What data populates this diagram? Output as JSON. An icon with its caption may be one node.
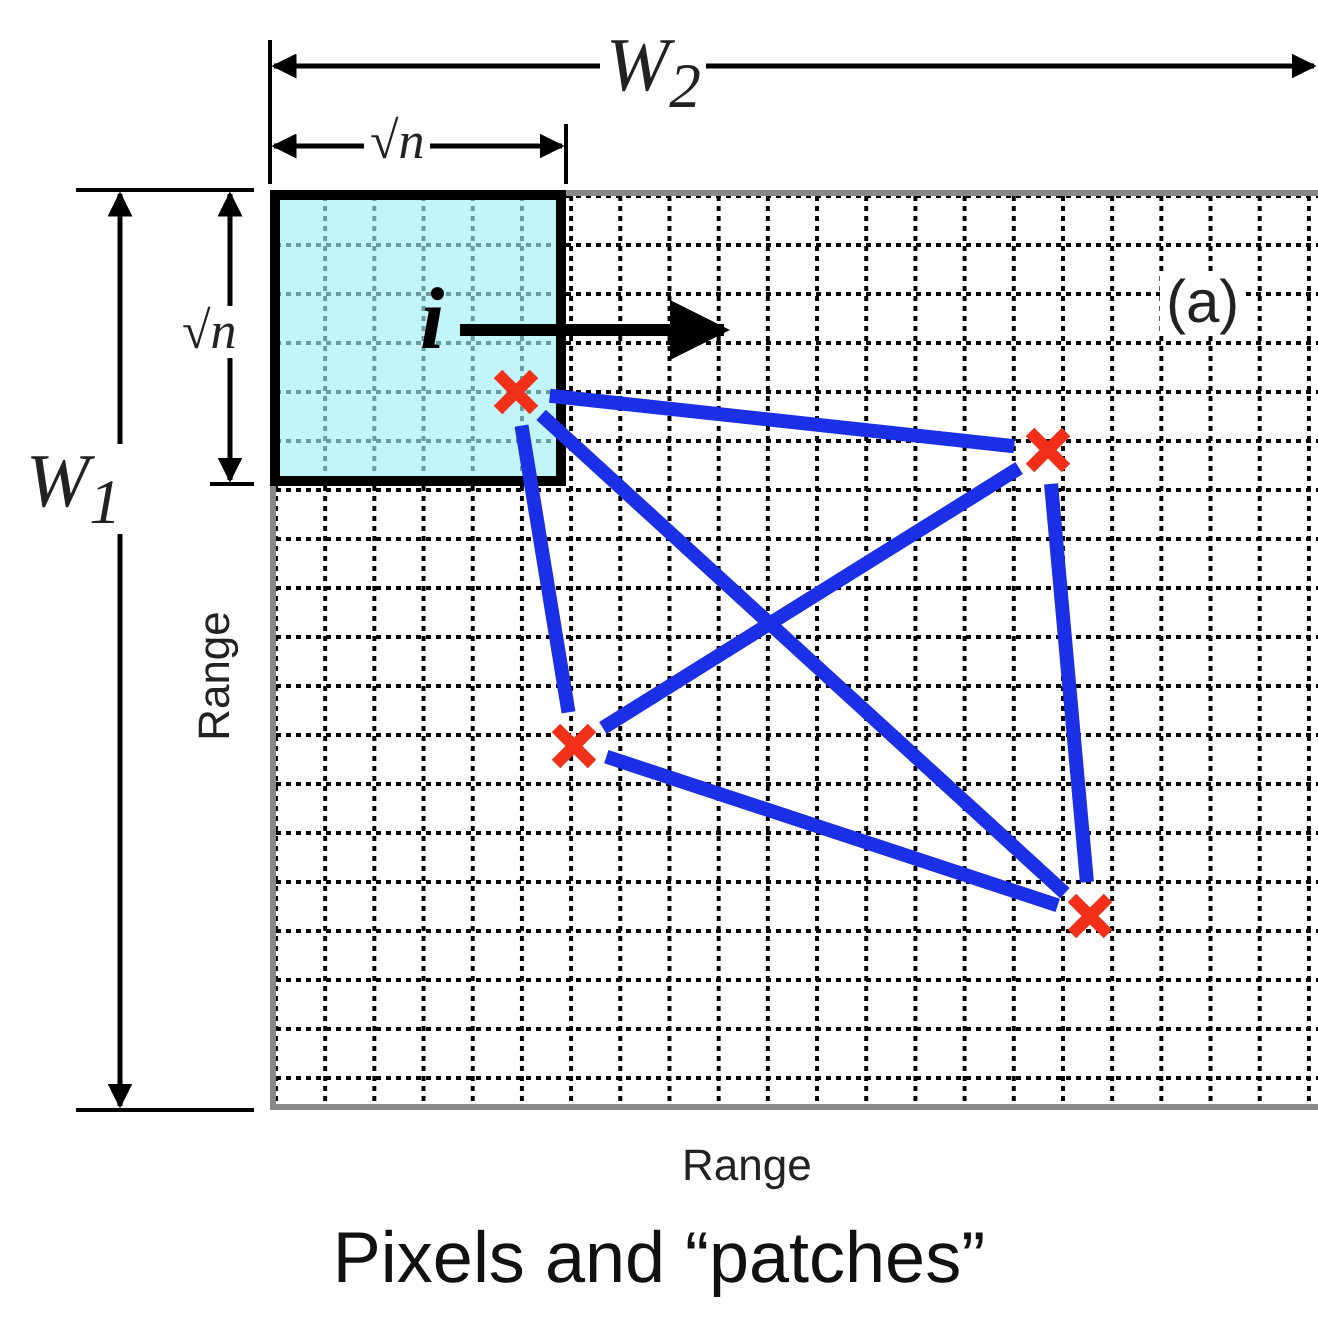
{
  "diagram": {
    "caption": "Pixels and “patches”",
    "nodes": [
      {
        "text": [],
        "shape": "box"
      },
      {
        "text": [
          "i"
        ],
        "in": 0
      },
      {
        "text": [],
        "shape": "cross",
        "in": 1
      },
      {
        "text": [],
        "shape": "cross",
        "in": 0
      },
      {
        "text": [],
        "shape": "cross",
        "in": 0
      },
      {
        "text": [],
        "shape": "cross",
        "in": 0
      }
    ],
    "edges": [
      {
        "from": 2,
        "to": 3,
        "arrow": "none"
      },
      {
        "from": 2,
        "to": 4,
        "arrow": "none"
      },
      {
        "from": 2,
        "to": 5,
        "arrow": "none"
      },
      {
        "from": 3,
        "to": 4,
        "arrow": "none"
      },
      {
        "from": 3,
        "to": 5,
        "arrow": "none"
      },
      {
        "from": 4,
        "to": 5,
        "arrow": "none"
      }
    ],
    "labels": [
      "W$_{2}$",
      "√n",
      "√n",
      "W$_{1}$",
      "(a)",
      "Range",
      "Range"
    ]
  }
}
